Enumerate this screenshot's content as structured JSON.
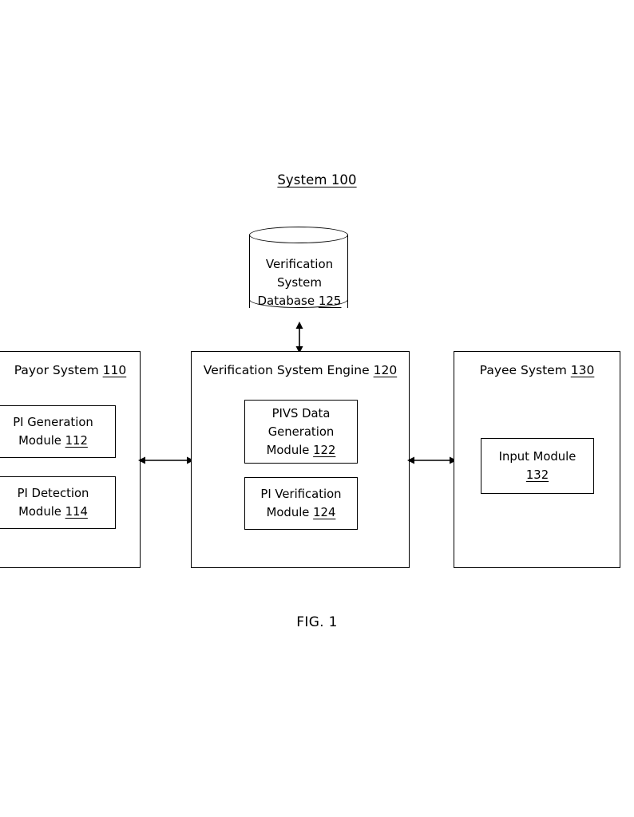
{
  "figure": {
    "title_text": "System 100",
    "caption": "FIG. 1"
  },
  "database": {
    "line1": "Verification",
    "line2": "System",
    "line3_text": "Database ",
    "line3_ref": "125",
    "shape": "cylinder-database-icon"
  },
  "payor_system": {
    "title_text": "Payor System ",
    "title_ref": "110",
    "modules": [
      {
        "line1": "PI Generation",
        "line2_text": "Module ",
        "line2_ref": "112"
      },
      {
        "line1": "PI Detection",
        "line2_text": "Module ",
        "line2_ref": "114"
      }
    ]
  },
  "verification_engine": {
    "title_text": "Verification System Engine ",
    "title_ref": "120",
    "modules": [
      {
        "line1": "PIVS Data",
        "line2": "Generation",
        "line3_text": "Module ",
        "line3_ref": "122"
      },
      {
        "line1": "PI Verification",
        "line2_text": "Module ",
        "line2_ref": "124"
      }
    ]
  },
  "payee_system": {
    "title_text": "Payee System ",
    "title_ref": "130",
    "modules": [
      {
        "line1": "Input Module",
        "line2_ref": "132"
      }
    ]
  },
  "connectors": [
    {
      "name": "database-to-engine",
      "style": "double-headed-arrow",
      "orientation": "vertical"
    },
    {
      "name": "payor-to-engine",
      "style": "double-headed-arrow",
      "orientation": "horizontal"
    },
    {
      "name": "engine-to-payee",
      "style": "double-headed-arrow",
      "orientation": "horizontal"
    }
  ],
  "colors": {
    "stroke": "#000000",
    "background": "#ffffff"
  }
}
